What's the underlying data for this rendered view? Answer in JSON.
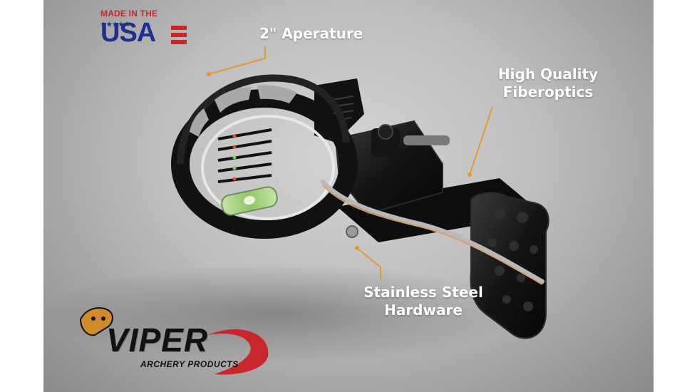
{
  "badge": {
    "top_text": "MADE IN THE",
    "stars": "★★★★★",
    "main_text": "USA"
  },
  "callouts": {
    "aperture": "2\" Aperature",
    "fiber_line1": "High Quality",
    "fiber_line2": "Fiberoptics",
    "hardware_line1": "Stainless Steel",
    "hardware_line2": "Hardware"
  },
  "logo": {
    "brand": "VIPER",
    "subtitle": "ARCHERY PRODUCTS"
  },
  "colors": {
    "accent_line": "#e39a2d",
    "badge_red": "#c8262d",
    "badge_blue": "#1f2f8c",
    "logo_red": "#c8262d"
  }
}
